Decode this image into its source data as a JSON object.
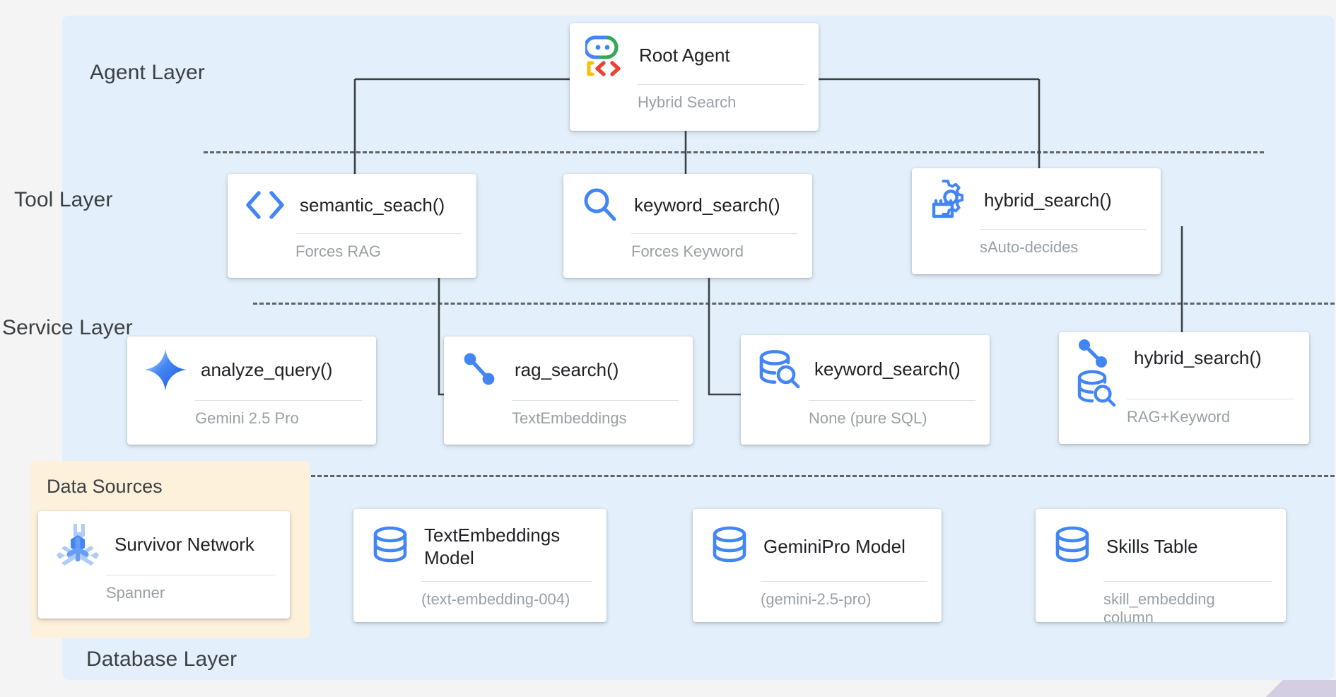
{
  "diagram": {
    "panel_color": "#e3f0fb",
    "accent_blue": "#4285f4",
    "line_color": "#3c4043",
    "layers": [
      {
        "id": "agent",
        "label": "Agent Layer"
      },
      {
        "id": "tool",
        "label": "Tool Layer"
      },
      {
        "id": "service",
        "label": "Service Layer"
      },
      {
        "id": "database",
        "label": "Database Layer"
      }
    ],
    "group": {
      "title": "Data Sources",
      "color": "#fdf1dc"
    },
    "agent_layer": [
      {
        "title": "Root Agent",
        "subtitle": "Hybrid Search",
        "icon": "adk-robot-icon"
      }
    ],
    "tool_layer": [
      {
        "title": "semantic_seach()",
        "subtitle": "Forces RAG",
        "icon": "code-brackets-icon"
      },
      {
        "title": "keyword_search()",
        "subtitle": "Forces Keyword",
        "icon": "magnifier-icon"
      },
      {
        "title": "hybrid_search()",
        "subtitle": "sAuto-decides",
        "icon": "gear-toolbox-icon"
      }
    ],
    "service_layer": [
      {
        "title": "analyze_query()",
        "subtitle": "Gemini 2.5 Pro",
        "icon": "gemini-sparkle-icon"
      },
      {
        "title": "rag_search()",
        "subtitle": "TextEmbeddings",
        "icon": "vector-graph-icon"
      },
      {
        "title": "keyword_search()",
        "subtitle": "None (pure SQL)",
        "icon": "database-search-icon"
      },
      {
        "title": "hybrid_search()",
        "subtitle": "RAG+Keyword",
        "icon": "vector-graph-database-search-icon"
      }
    ],
    "data_sources": [
      {
        "title": "Survivor Network",
        "subtitle": "Spanner",
        "icon": "spanner-icon"
      }
    ],
    "database_layer": [
      {
        "title": "TextEmbeddings Model",
        "subtitle": "(text-embedding-004)",
        "icon": "database-icon"
      },
      {
        "title": "GeminiPro Model",
        "subtitle": "(gemini-2.5-pro)",
        "icon": "database-icon"
      },
      {
        "title": "Skills Table",
        "subtitle": "skill_embedding column",
        "icon": "database-icon"
      }
    ]
  }
}
